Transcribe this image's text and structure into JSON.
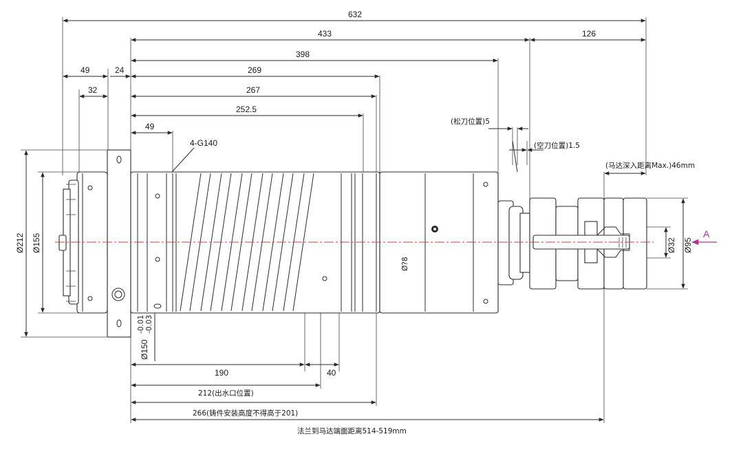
{
  "dimensions": {
    "overall": "632",
    "d433": "433",
    "d126": "126",
    "d398": "398",
    "d49_top": "49",
    "d24": "24",
    "d269": "269",
    "d32": "32",
    "d267": "267",
    "d252_5": "252.5",
    "d49_inner": "49",
    "groove": "4-G140",
    "release_pos": "(松刀位置)5",
    "empty_pos": "(空刀位置)1.5",
    "motor_depth": "(马达深入距离Max.)46mm",
    "dia212": "Ø212",
    "dia155": "Ø155",
    "dia150": "Ø150",
    "tol_upper": "-0.01",
    "tol_lower": "-0.03",
    "dia_body": "Ø?8",
    "dia32": "Ø32",
    "dia95": "Ø95",
    "view_a": "A",
    "d190": "190",
    "d40": "40",
    "d212_water": "212(出水口位置)",
    "d266": "266(铸件安装高度不得高于201)",
    "flange_motor": "法兰到马达端面距离514-519mm"
  },
  "colors": {
    "centerline": "#d23c3c",
    "arrow_a": "#b0309a",
    "line": "#2a2a2a"
  }
}
